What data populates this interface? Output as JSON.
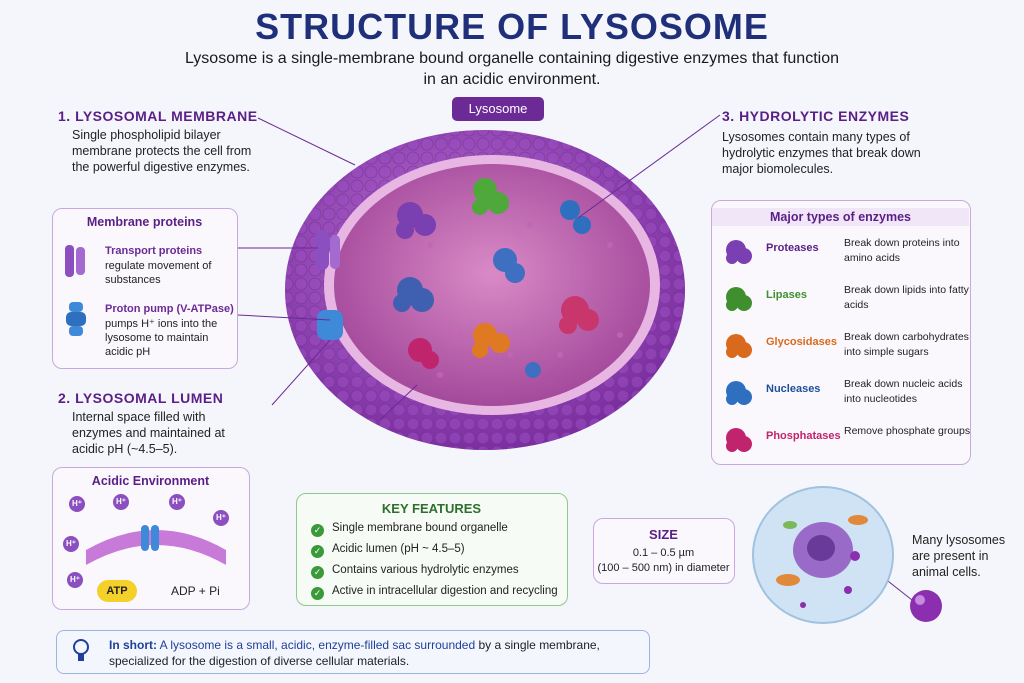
{
  "header": {
    "title": "STRUCTURE OF LYSOSOME",
    "subtitle": "Lysosome is a single-membrane bound organelle containing digestive enzymes that function in an acidic environment."
  },
  "diagram_label": "Lysosome",
  "membrane": {
    "heading": "1. LYSOSOMAL MEMBRANE",
    "text": "Single phospholipid bilayer membrane protects the cell from the powerful digestive enzymes."
  },
  "membrane_proteins": {
    "heading": "Membrane proteins",
    "transport_name": "Transport proteins",
    "transport_desc": "regulate movement of substances",
    "pump_name": "Proton pump (V-ATPase)",
    "pump_desc": "pumps H⁺ ions into the lysosome to maintain acidic pH"
  },
  "lumen": {
    "heading": "2. LYSOSOMAL LUMEN",
    "text": "Internal space filled with enzymes and maintained at acidic pH (~4.5–5)."
  },
  "acidic": {
    "heading": "Acidic Environment",
    "ion": "H⁺",
    "atp": "ATP",
    "adp": "ADP + Pi"
  },
  "hydrolytic": {
    "heading": "3. HYDROLYTIC ENZYMES",
    "text": "Lysosomes contain many types of hydrolytic enzymes that break down major biomolecules."
  },
  "enzymes": {
    "heading": "Major types of enzymes",
    "items": [
      {
        "name": "Proteases",
        "desc": "Break down proteins into amino acids",
        "color": "#7a3fb0"
      },
      {
        "name": "Lipases",
        "desc": "Break down lipids into fatty acids",
        "color": "#3f8f2f"
      },
      {
        "name": "Glycosidases",
        "desc": "Break down carbohydrates into simple sugars",
        "color": "#d9691c"
      },
      {
        "name": "Nucleases",
        "desc": "Break down nucleic acids into nucleotides",
        "color": "#1f4f9a"
      },
      {
        "name": "Phosphatases",
        "desc": "Remove phosphate groups",
        "color": "#c0246c"
      }
    ]
  },
  "key_features": {
    "heading": "KEY FEATURES",
    "items": [
      "Single membrane bound organelle",
      "Acidic lumen (pH ~ 4.5–5)",
      "Contains various hydrolytic enzymes",
      "Active in intracellular digestion and recycling"
    ]
  },
  "size": {
    "heading": "SIZE",
    "line1": "0.1 – 0.5 µm",
    "line2": "(100 – 500 nm) in diameter"
  },
  "cell_note": "Many lysosomes are present in animal cells.",
  "summary": {
    "lead": "In short:",
    "part1": "A lysosome is a small, acidic, enzyme-filled sac surrounded",
    "part2": "by a single membrane, specialized for the digestion of diverse cellular materials."
  },
  "colors": {
    "title": "#1f2f7a",
    "accent_purple": "#6b2a95",
    "feature_green": "#3a9a3a",
    "summary_blue": "#1f3f9a"
  }
}
